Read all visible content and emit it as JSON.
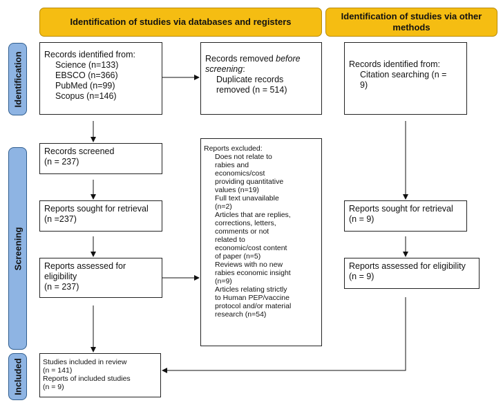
{
  "headers": {
    "databases": "Identification of studies via databases and registers",
    "other": "Identification of studies via other methods"
  },
  "phases": {
    "identification": "Identification",
    "screening": "Screening",
    "included": "Included"
  },
  "boxes": {
    "records_identified": {
      "title": "Records identified from:",
      "lines": [
        "Science (n=133)",
        "EBSCO (n=366)",
        "PubMed (n=99)",
        "Scopus (n=146)"
      ]
    },
    "records_removed": {
      "line1_prefix": "Records removed ",
      "line1_em": "before",
      "line2_em": "screening",
      "line2_suffix": ":",
      "lines": [
        "Duplicate records",
        "removed (n = 514)"
      ]
    },
    "other_identified": {
      "title": "Records identified from:",
      "lines": [
        "Citation searching (n =",
        "9)"
      ]
    },
    "records_screened": {
      "lines": [
        "Records screened",
        "(n = 237)"
      ]
    },
    "reports_sought": {
      "lines": [
        "Reports sought for retrieval",
        "(n =237)"
      ]
    },
    "reports_assessed": {
      "lines": [
        "Reports assessed for",
        "eligibility",
        "(n = 237)"
      ]
    },
    "reports_excluded": {
      "title": "Reports excluded:",
      "lines": [
        "Does not relate to",
        "rabies and",
        "economics/cost",
        "providing quantitative",
        "values (n=19)",
        "Full text unavailable",
        "(n=2)",
        "Articles that are replies,",
        "corrections, letters,",
        "comments or not",
        "related to",
        "economic/cost content",
        "of paper (n=5)",
        "Reviews with no new",
        "rabies economic insight",
        "(n=9)",
        "Articles relating strictly",
        "to Human PEP/vaccine",
        "protocol and/or material",
        "research (n=54)"
      ]
    },
    "other_sought": {
      "lines": [
        "Reports sought for retrieval",
        "(n = 9)"
      ]
    },
    "other_assessed": {
      "lines": [
        "Reports assessed for eligibility",
        "(n = 9)"
      ]
    },
    "included": {
      "lines": [
        "Studies included in review",
        "(n = 141)",
        "Reports of included studies",
        "(n = 9)"
      ]
    }
  }
}
